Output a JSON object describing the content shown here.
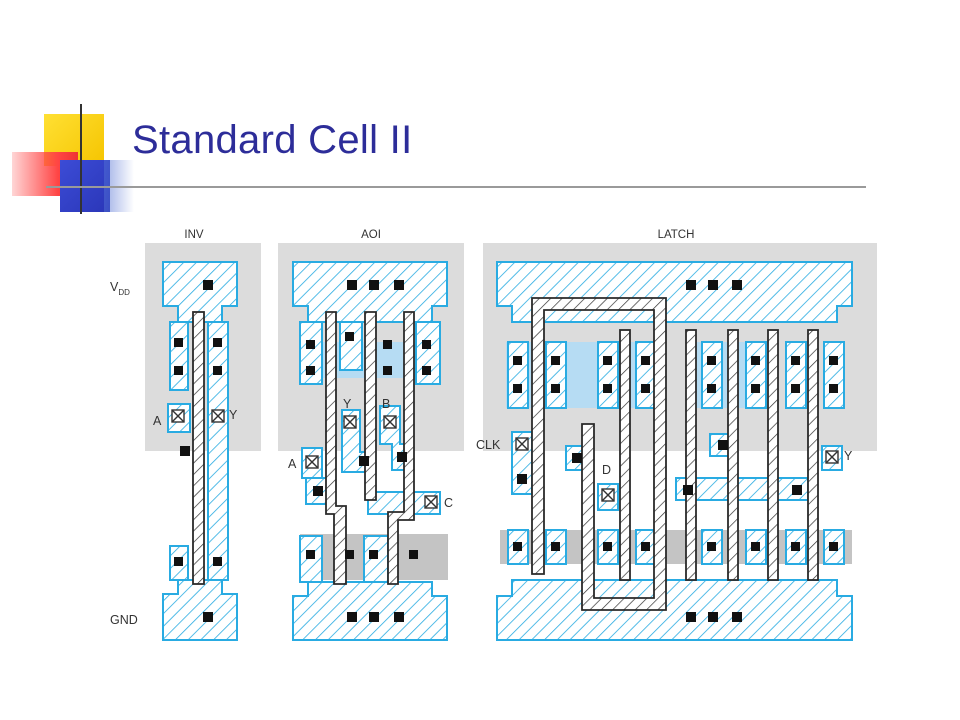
{
  "slide": {
    "title": "Standard Cell II"
  },
  "layout": {
    "cells": [
      {
        "name": "INV"
      },
      {
        "name": "AOI"
      },
      {
        "name": "LATCH"
      }
    ],
    "rail_labels": {
      "power": "V",
      "power_subscript": "DD",
      "ground": "GND"
    },
    "pin_labels": {
      "inv_a": "A",
      "inv_y": "Y",
      "aoi_a": "A",
      "aoi_y": "Y",
      "aoi_b": "B",
      "aoi_c": "C",
      "latch_clk": "CLK",
      "latch_d": "D",
      "latch_y": "Y"
    },
    "colors": {
      "cell_background": "#dcdcdc",
      "metal_outline": "#29abe2",
      "diffusion_fill": "#a9d8f3",
      "poly_outline": "#2a2a2a",
      "contact": "#111111",
      "slide_title": "#2d2d99"
    }
  }
}
